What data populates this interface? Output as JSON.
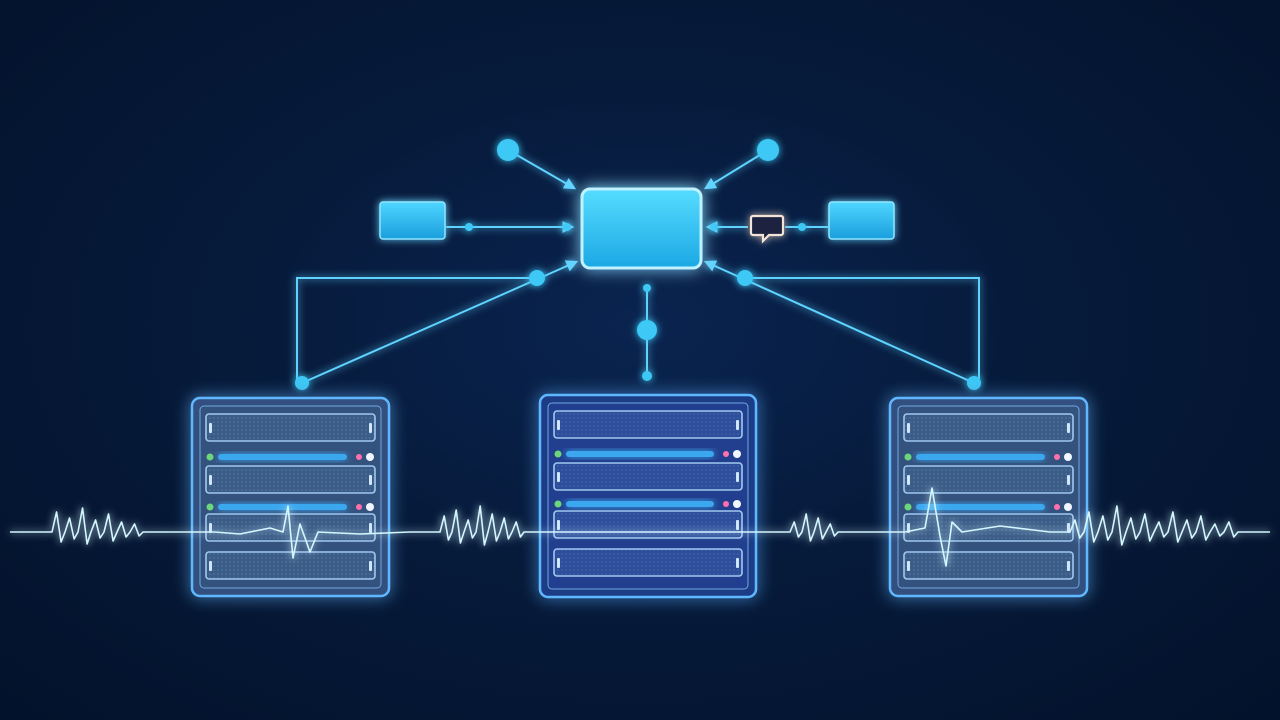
{
  "colors": {
    "background": "#03152f",
    "line": "#5fd3ff",
    "node": "#3cc8f5",
    "hub_fill": "#2fc6f2",
    "hub_border": "#bff2ff",
    "side_server_face": "#3d5f8d",
    "center_server_face": "#2b4fa6",
    "server_glow": "#5fb8ff",
    "heartbeat": "#d4f6ff",
    "led_green": "#6cd67a",
    "led_pink": "#ff6fae",
    "led_white": "#f2f7ff",
    "speech_icon": "#f3e4d6"
  },
  "diagram": {
    "hub": {
      "name": "central-hub"
    },
    "satellites": [
      {
        "name": "satellite-box-left"
      },
      {
        "name": "satellite-box-right"
      }
    ],
    "servers": [
      {
        "name": "server-rack-left",
        "style": "side"
      },
      {
        "name": "server-rack-center",
        "style": "center"
      },
      {
        "name": "server-rack-right",
        "style": "side"
      }
    ],
    "icons": [
      {
        "name": "speech-bubble-icon"
      }
    ],
    "overlay": "heartbeat-line"
  }
}
